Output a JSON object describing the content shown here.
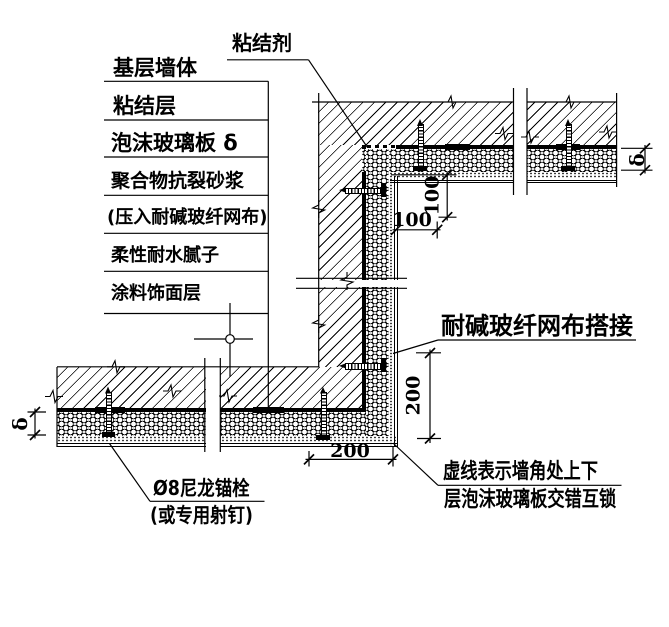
{
  "callouts": {
    "layers": [
      "基层墙体",
      "粘结层",
      "泡沫玻璃板  δ",
      "聚合物抗裂砂浆",
      "(压入耐碱玻纤网布)",
      "柔性耐水腻子",
      "涂料饰面层"
    ],
    "adhesive": "粘结剂",
    "mesh_lap": "耐碱玻纤网布搭接",
    "interlock_note_line1": "虚线表示墙角处上下",
    "interlock_note_line2": "层泡沫玻璃板交错互锁",
    "anchor_note_line1": "Ø8尼龙锚栓",
    "anchor_note_line2": "(或专用射钉)"
  },
  "dimensions": {
    "mesh_return_vertical": "100",
    "mesh_return_horizontal": "100",
    "lap_length_vertical": "200",
    "lap_length_horizontal": "200",
    "board_thickness_top": "δ",
    "board_thickness_bottom": "δ"
  },
  "colors": {
    "ink": "#000000",
    "paper": "#ffffff"
  }
}
